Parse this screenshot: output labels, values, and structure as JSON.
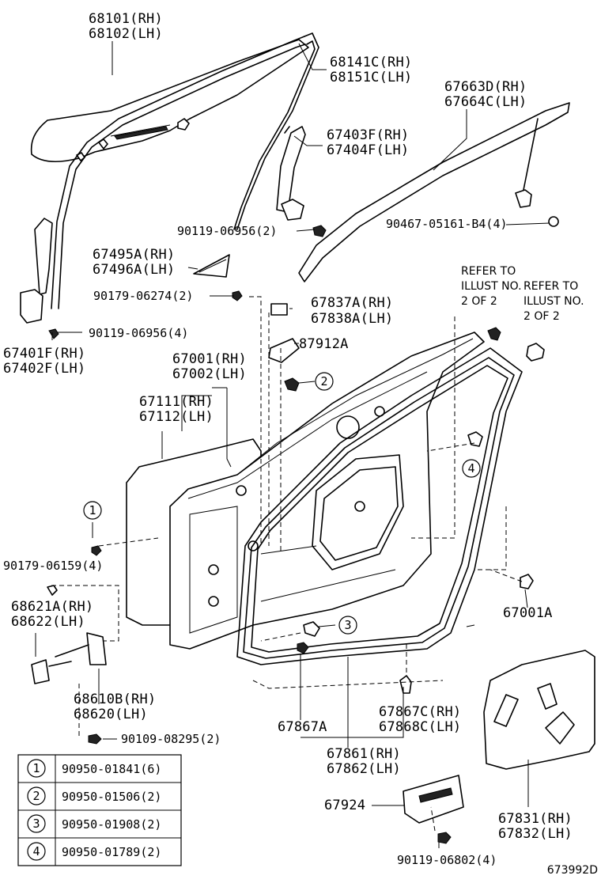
{
  "figure_code": "673992D",
  "labels": {
    "glass": [
      "68101(RH)",
      "68102(LH)"
    ],
    "run_channel": [
      "68141C(RH)",
      "68151C(LH)"
    ],
    "weatherstrip_outer": [
      "67663D(RH)",
      "67664C(LH)"
    ],
    "sash_rear": [
      "67403F(RH)",
      "67404F(LH)"
    ],
    "screw_rear_sash": "90119-06956(2)",
    "screw_outer": "90467-05161-B4(4)",
    "cover_front": [
      "67495A(RH)",
      "67496A(LH)"
    ],
    "nut_cover": "90179-06274(2)",
    "sash_front": [
      "67401F(RH)",
      "67402F(LH)"
    ],
    "screw_front_sash": "90119-06956(4)",
    "refer_note_1": [
      "REFER TO",
      "ILLUST NO.",
      "2 OF 2"
    ],
    "refer_note_2": [
      "REFER TO",
      "ILLUST NO.",
      "2 OF 2"
    ],
    "cushion": [
      "67837A(RH)",
      "67838A(LH)"
    ],
    "pad": "87912A",
    "door_assy": [
      "67001(RH)",
      "67002(LH)"
    ],
    "outer_panel": [
      "67111(RH)",
      "67112(LH)"
    ],
    "nut_door": "90179-06159(4)",
    "hinge": [
      "68621A(RH)",
      "68622(LH)"
    ],
    "check": [
      "68610B(RH)",
      "68620(LH)"
    ],
    "screw_check": "90109-08295(2)",
    "plug": "67001A",
    "seal_lower": [
      "67867C(RH)",
      "67868C(LH)"
    ],
    "seal_lower_clip": "67867A",
    "weatherstrip_door": [
      "67861(RH)",
      "67862(LH)"
    ],
    "bracket_lower": "67924",
    "screw_lower": "90119-06802(4)",
    "service_hole_cover": [
      "67831(RH)",
      "67832(LH)"
    ]
  },
  "callouts": [
    "1",
    "2",
    "3",
    "4"
  ],
  "legend": [
    {
      "num": "1",
      "part": "90950-01841(6)"
    },
    {
      "num": "2",
      "part": "90950-01506(2)"
    },
    {
      "num": "3",
      "part": "90950-01908(2)"
    },
    {
      "num": "4",
      "part": "90950-01789(2)"
    }
  ]
}
